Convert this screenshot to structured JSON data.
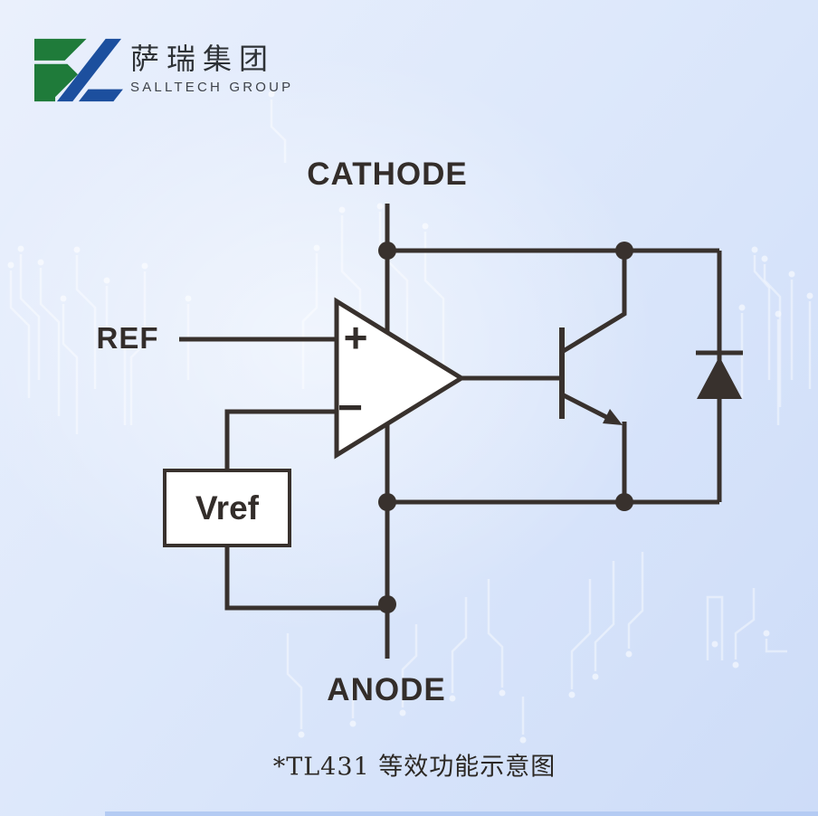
{
  "brand": {
    "company_cn": "萨瑞集团",
    "company_en": "SALLTECH GROUP",
    "logo_green": "#1f7b3a",
    "logo_blue": "#1c4f9e"
  },
  "schematic": {
    "cathode": "CATHODE",
    "ref": "REF",
    "anode": "ANODE",
    "vref": "Vref",
    "plus": "+",
    "minus": "−",
    "caption": "*TL431 等效功能示意图",
    "ink_color": "#38312d"
  },
  "background": {
    "gradient_top_left": "#eaf0fc",
    "gradient_bottom_right": "#cddcf8",
    "trace_color": "#ffffff"
  }
}
